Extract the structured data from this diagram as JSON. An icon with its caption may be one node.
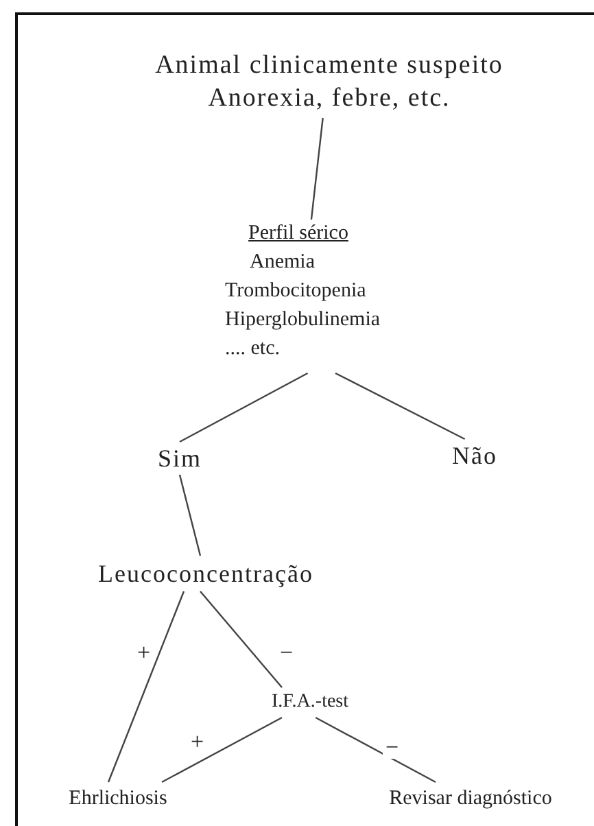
{
  "diagram": {
    "nodes": [
      {
        "text": [
          "Animal clinicamente suspeito",
          "Anorexia, febre, etc."
        ]
      },
      {
        "text": [
          "Perfil sérico",
          "Anemia",
          "Trombocitopenia",
          "Hiperglobulinemia",
          ".... etc."
        ]
      },
      {
        "text": [
          "Sim"
        ]
      },
      {
        "text": [
          "Não"
        ]
      },
      {
        "text": [
          "Leucoconcentração"
        ]
      },
      {
        "text": [
          "I.F.A.-test"
        ]
      },
      {
        "text": [
          "Ehrlichiosis"
        ]
      },
      {
        "text": [
          "Revisar diagnóstico"
        ]
      }
    ],
    "edges": [
      {
        "from": 0,
        "to": 1,
        "arrow": "none"
      },
      {
        "from": 1,
        "to": 2,
        "arrow": "none"
      },
      {
        "from": 1,
        "to": 3,
        "arrow": "none"
      },
      {
        "from": 2,
        "to": 4,
        "arrow": "none"
      },
      {
        "from": 4,
        "to": 6,
        "arrow": "none",
        "label": "+"
      },
      {
        "from": 4,
        "to": 5,
        "arrow": "none",
        "label": "−"
      },
      {
        "from": 5,
        "to": 6,
        "arrow": "none",
        "label": "+"
      },
      {
        "from": 5,
        "to": 7,
        "arrow": "none",
        "label": "−"
      }
    ]
  }
}
